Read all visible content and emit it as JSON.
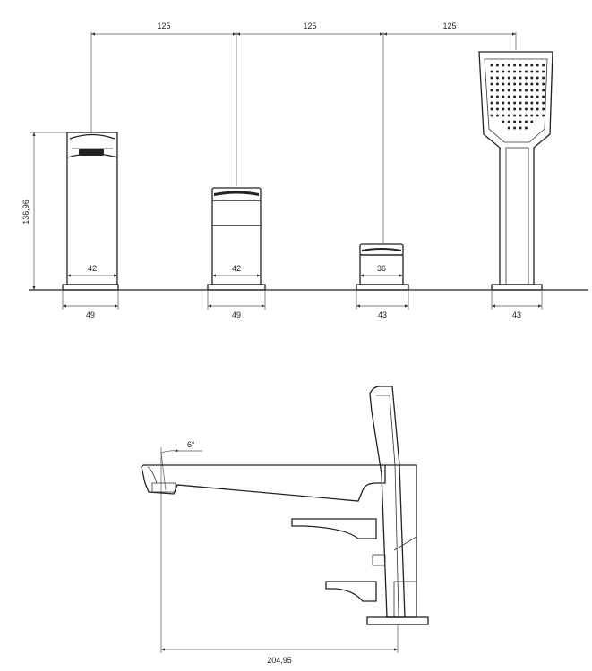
{
  "front_view": {
    "spacing_dims": [
      "125",
      "125",
      "125"
    ],
    "height_dim": "136,96",
    "body_width_dims": [
      "42",
      "42",
      "36"
    ],
    "base_width_dims": [
      "49",
      "49",
      "43",
      "43"
    ]
  },
  "side_view": {
    "spout_angle": "6°",
    "spout_reach": "204,95"
  }
}
